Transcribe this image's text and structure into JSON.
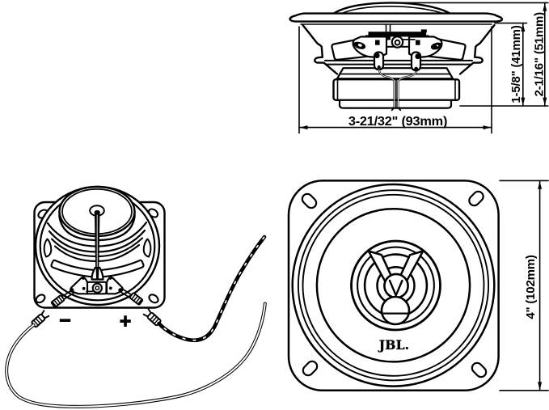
{
  "figure": {
    "title": "speaker-technical-drawing",
    "background": "#ffffff",
    "line_color": "#000000"
  },
  "side_view": {
    "dim_width": "3-21/32\" (93mm)",
    "dim_depth": "1-5/8\" (41mm)",
    "dim_height": "2-1/16\" (51mm)"
  },
  "rear_view": {
    "negative": "−",
    "positive": "+"
  },
  "front_view": {
    "logo": "JBL.",
    "dim_size": "4\" (102mm)"
  }
}
